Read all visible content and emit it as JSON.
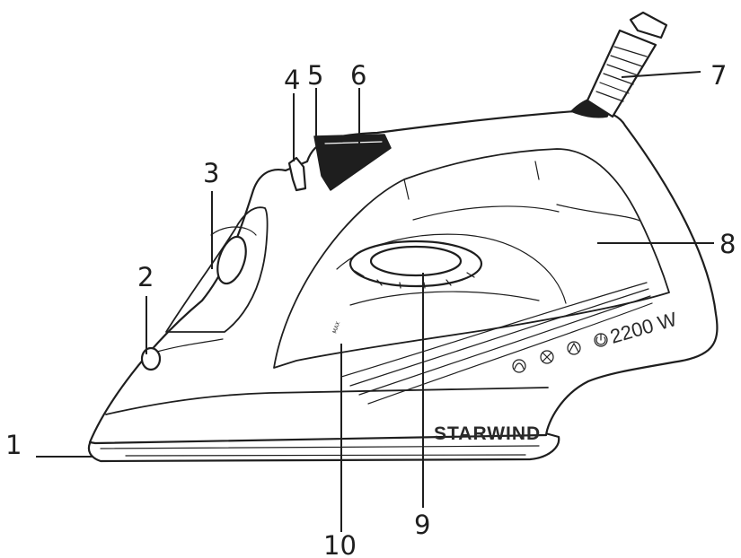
{
  "brand": "STARWIND",
  "power_label": "2200 W",
  "side_mark": "MAX",
  "callouts": [
    {
      "id": "1",
      "label": "1"
    },
    {
      "id": "2",
      "label": "2"
    },
    {
      "id": "3",
      "label": "3"
    },
    {
      "id": "4",
      "label": "4"
    },
    {
      "id": "5",
      "label": "5"
    },
    {
      "id": "6",
      "label": "6"
    },
    {
      "id": "7",
      "label": "7"
    },
    {
      "id": "8",
      "label": "8"
    },
    {
      "id": "9",
      "label": "9"
    },
    {
      "id": "10",
      "label": "10"
    }
  ],
  "icons": [
    "steam-low-icon",
    "steam-off-icon",
    "self-clean-icon",
    "auto-off-icon"
  ],
  "colors": {
    "line": "#1e1e1e",
    "background": "#ffffff"
  }
}
